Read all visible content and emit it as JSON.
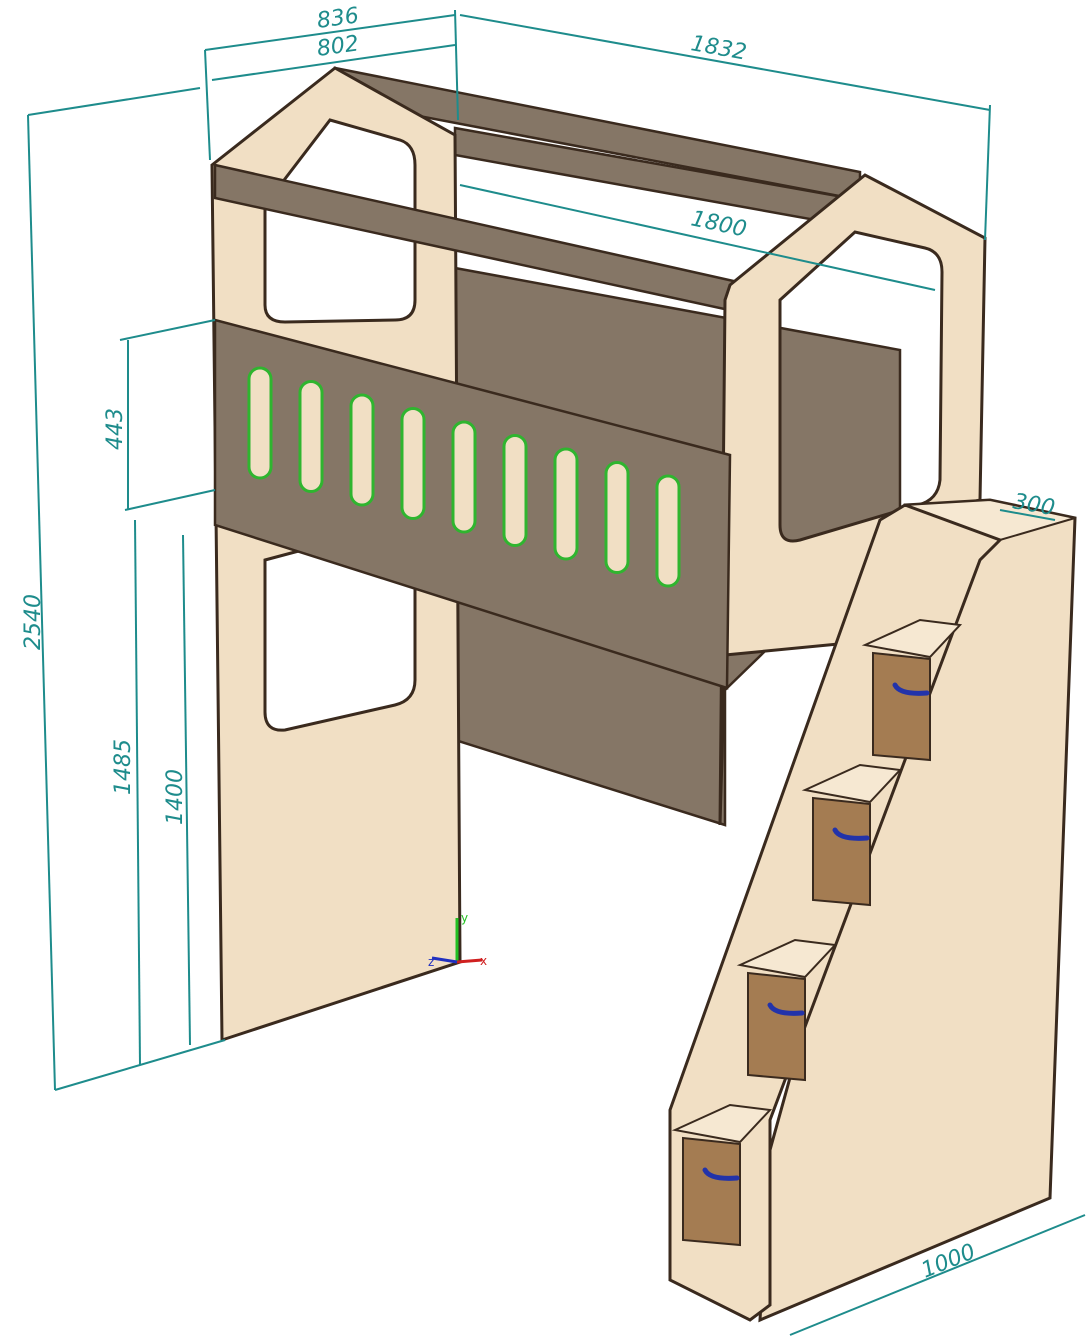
{
  "drawing": {
    "title": "Loft bed with stair drawers",
    "dimensions": {
      "depth_outer": "836",
      "depth_inner": "802",
      "length_outer": "1832",
      "length_inner": "1800",
      "rail_height": "443",
      "total_height": "2540",
      "platform_height": "1485",
      "underbed_clearance": "1400",
      "stair_width": "300",
      "stair_depth": "1000"
    },
    "axes": {
      "x": "x",
      "y": "y",
      "z": "z"
    },
    "colors": {
      "dimension": "#1e8c8c",
      "wood": "#f1dfc4",
      "dark_panel": "#857666",
      "drawer": "#a47c52"
    }
  }
}
